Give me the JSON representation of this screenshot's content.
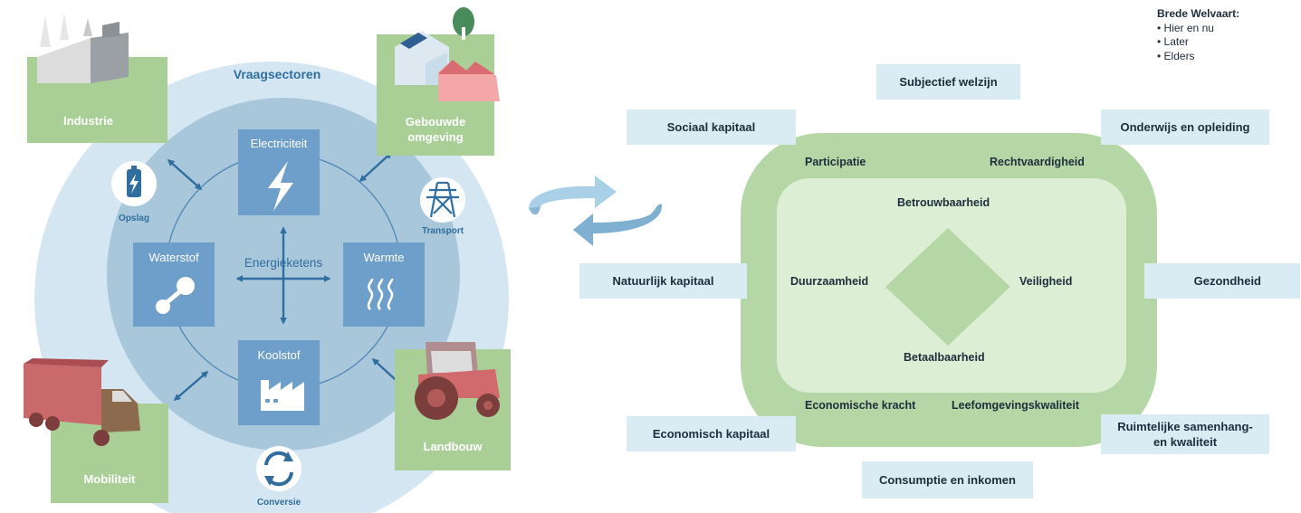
{
  "energy_system": {
    "outer_title": "Vraagsectoren",
    "center_label": "Energieketens",
    "carriers": [
      {
        "id": "electricity",
        "label": "Electriciteit",
        "icon": "lightning-icon"
      },
      {
        "id": "heat",
        "label": "Warmte",
        "icon": "heat-waves-icon"
      },
      {
        "id": "carbon",
        "label": "Koolstof",
        "icon": "factory-icon"
      },
      {
        "id": "hydrogen",
        "label": "Waterstof",
        "icon": "molecule-icon"
      }
    ],
    "demand_sectors": [
      {
        "id": "industry",
        "label": "Industrie",
        "icon": "industry-factory-icon"
      },
      {
        "id": "built",
        "label": "Gebouwde\nomgeving",
        "icon": "houses-icon"
      },
      {
        "id": "agriculture",
        "label": "Landbouw",
        "icon": "tractor-icon"
      },
      {
        "id": "mobility",
        "label": "Mobiliteit",
        "icon": "truck-icon"
      }
    ],
    "infrastructure": [
      {
        "id": "storage",
        "label": "Opslag",
        "icon": "battery-icon"
      },
      {
        "id": "transport",
        "label": "Transport",
        "icon": "pylon-icon"
      },
      {
        "id": "conversion",
        "label": "Conversie",
        "icon": "cycle-arrows-icon"
      }
    ]
  },
  "welfare": {
    "legend": {
      "title": "Brede Welvaart:",
      "items": [
        "Hier en nu",
        "Later",
        "Elders"
      ]
    },
    "capitals": {
      "subjective": "Subjectief welzijn",
      "social": "Sociaal kapitaal",
      "education": "Onderwijs en opleiding",
      "natural": "Natuurlijk kapitaal",
      "health": "Gezondheid",
      "economic": "Economisch kapitaal",
      "spatial": "Ruimtelijke samenhang-\nen kwaliteit",
      "consumption": "Consumptie en inkomen"
    },
    "outer_values": {
      "participation": "Participatie",
      "justice": "Rechtvaardigheid",
      "economic_power": "Economische kracht",
      "living_quality": "Leefomgevingskwaliteit"
    },
    "inner_values": {
      "reliability": "Betrouwbaarheid",
      "sustainability": "Duurzaamheid",
      "safety": "Veiligheid",
      "affordability": "Betaalbaarheid"
    }
  },
  "colors": {
    "outer_circle": "#d3e6f1",
    "inner_circle": "#a9c7db",
    "carrier_box": "#6e9fca",
    "sector_green": "#a9cf97",
    "text_blue": "#2f6e9e",
    "welfare_outer": "#b5d7a6",
    "welfare_inner": "#dceed3",
    "diamond": "#b5d7a6",
    "capital_box": "#d9ecf3"
  }
}
